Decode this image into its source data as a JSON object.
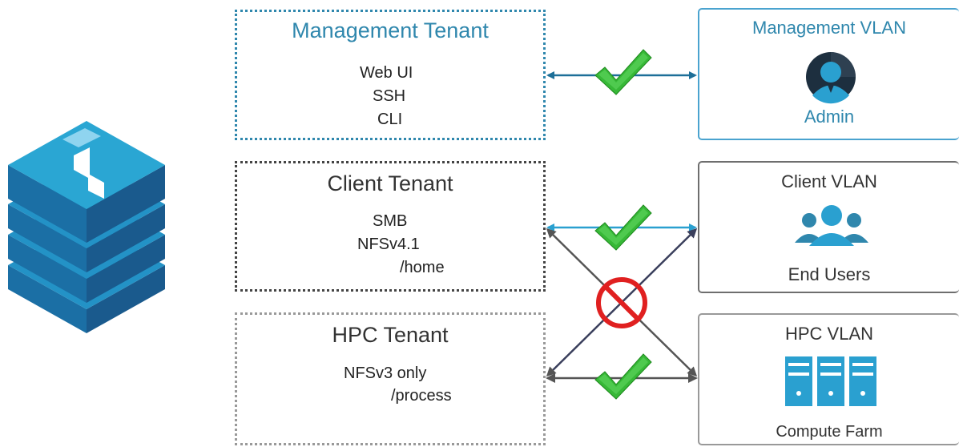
{
  "colors": {
    "management": "#2f87ad",
    "dark": "#333333",
    "accent_blue": "#1f8fc0",
    "check_green": "#2fb52f",
    "deny_red": "#e02020"
  },
  "tenants": {
    "management": {
      "title": "Management Tenant",
      "lines": [
        "Web UI",
        "SSH",
        "CLI"
      ]
    },
    "client": {
      "title": "Client Tenant",
      "lines": [
        "SMB",
        "NFSv4.1",
        "/home"
      ]
    },
    "hpc": {
      "title": "HPC Tenant",
      "lines": [
        "NFSv3 only",
        "/process"
      ]
    }
  },
  "vlans": {
    "management": {
      "title": "Management VLAN",
      "label": "Admin",
      "icon": "admin-user-icon"
    },
    "client": {
      "title": "Client VLAN",
      "label": "End Users",
      "icon": "user-group-icon"
    },
    "hpc": {
      "title": "HPC VLAN",
      "label": "Compute Farm",
      "icon": "server-rack-icon"
    }
  },
  "icons": {
    "storage": "storage-stack-icon",
    "allowed": "check-icon",
    "denied": "prohibited-icon"
  }
}
